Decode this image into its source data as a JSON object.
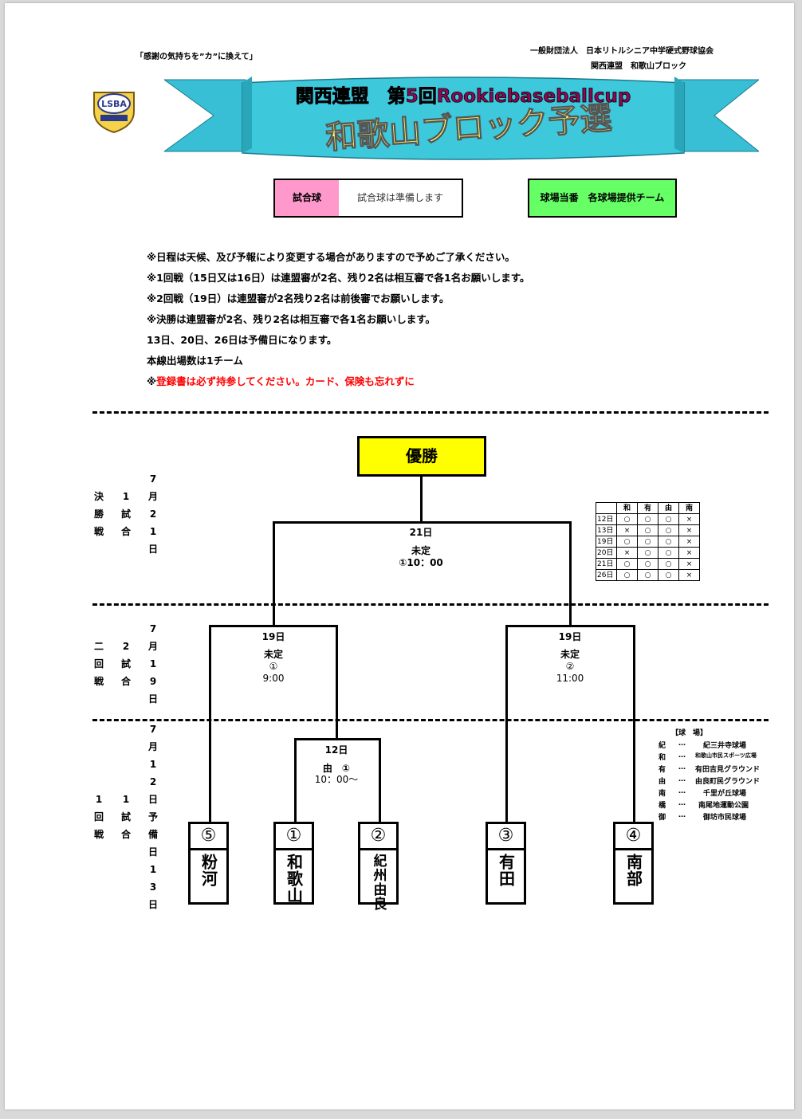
{
  "header": {
    "motto": "「感謝の気持ちを”カ”に換えて」",
    "org_line1": "一般財団法人　日本リトルシニア中学硬式野球協会",
    "org_line2": "関西連盟　和歌山ブロック",
    "logo_text": "LSBA",
    "banner_line1": "関西連盟　第5回Rookiebaseballcup",
    "banner_line2": "和歌山ブロック予選"
  },
  "info": {
    "ball_label": "試合球",
    "ball_value": "試合球は準備します",
    "ground_duty": "球場当番　各球場提供チーム"
  },
  "notes": [
    "※日程は天候、及び予報により変更する場合がありますので予めご了承ください。",
    "※1回戦（15日又は16日）は連盟審が2名、残り2名は相互審で各1名お願いします。",
    "※2回戦（19日）は連盟審が2名残り2名は前後審でお願いします。",
    "※決勝は連盟審が2名、残り2名は相互審で各1名お願いします。",
    "13日、20日、26日は予備日になります。",
    "本線出場数は1チーム"
  ],
  "warning_prefix": "※",
  "warning_text": "登録書は必ず持参してください。カード、保険も忘れずに",
  "champion": "優勝",
  "rounds": {
    "final": {
      "c1": "決勝戦",
      "c2": "1試合",
      "c3": "7月21日"
    },
    "second": {
      "c1": "二回戦",
      "c2": "2試合",
      "c3": "7月19日"
    },
    "first": {
      "c1": "1回戦",
      "c2": "1試合",
      "c3": "7月12日予備日13日"
    }
  },
  "matches": {
    "final": {
      "date": "21日",
      "venue": "未定",
      "slot": "①10：00"
    },
    "semi1": {
      "date": "19日",
      "venue": "未定",
      "slot": "①",
      "time": "9:00"
    },
    "semi2": {
      "date": "19日",
      "venue": "未定",
      "slot": "②",
      "time": "11:00"
    },
    "r1": {
      "date": "12日",
      "slot": "由　①",
      "time": "10：00～"
    }
  },
  "teams": [
    {
      "num": "⑤",
      "name": "粉河"
    },
    {
      "num": "①",
      "name": "和歌山"
    },
    {
      "num": "②",
      "name": "紀州由良"
    },
    {
      "num": "③",
      "name": "有田"
    },
    {
      "num": "④",
      "name": "南部"
    }
  ],
  "availability": {
    "headers": [
      "",
      "和",
      "有",
      "由",
      "南"
    ],
    "rows": [
      [
        "12日",
        "○",
        "○",
        "○",
        "×"
      ],
      [
        "13日",
        "×",
        "○",
        "○",
        "×"
      ],
      [
        "19日",
        "○",
        "○",
        "○",
        "×"
      ],
      [
        "20日",
        "×",
        "○",
        "○",
        "×"
      ],
      [
        "21日",
        "○",
        "○",
        "○",
        "×"
      ],
      [
        "26日",
        "○",
        "○",
        "○",
        "×"
      ]
    ]
  },
  "venues": {
    "title": "【球　場】",
    "items": [
      {
        "k": "紀",
        "d": "…",
        "v": "紀三井寺球場"
      },
      {
        "k": "和",
        "d": "…",
        "v": "和歌山市民スポーツ広場"
      },
      {
        "k": "有",
        "d": "…",
        "v": "有田吉見グラウンド"
      },
      {
        "k": "由",
        "d": "…",
        "v": "由良町民グラウンド"
      },
      {
        "k": "南",
        "d": "…",
        "v": "千里が丘球場"
      },
      {
        "k": "橋",
        "d": "…",
        "v": "南尾地運動公園"
      },
      {
        "k": "御",
        "d": "…",
        "v": "御坊市民球場"
      }
    ]
  },
  "colors": {
    "banner": "#3ec8dc",
    "ball_label_bg": "#ff99cc",
    "ground_bg": "#66ff66",
    "champion_bg": "#ffff00",
    "warning": "#ff0000"
  }
}
